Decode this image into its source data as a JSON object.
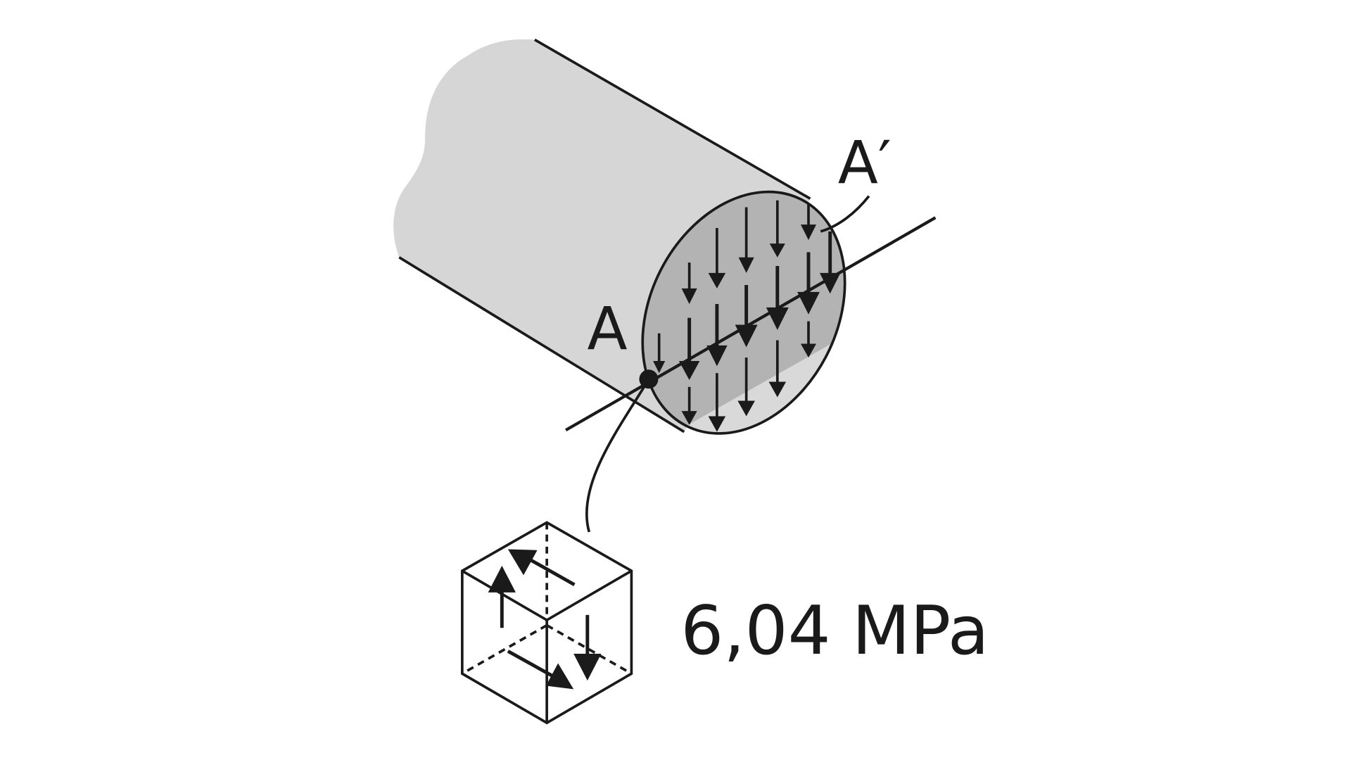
{
  "diagram": {
    "label_a": "A",
    "label_a_prime": "A′",
    "stress_value": "6,04 MPa"
  },
  "colors": {
    "ink": "#1a1a1a",
    "body_fill": "#d6d6d6",
    "section_dark": "#b3b3b3",
    "section_light": "#d9d9d9",
    "background": "#ffffff"
  }
}
